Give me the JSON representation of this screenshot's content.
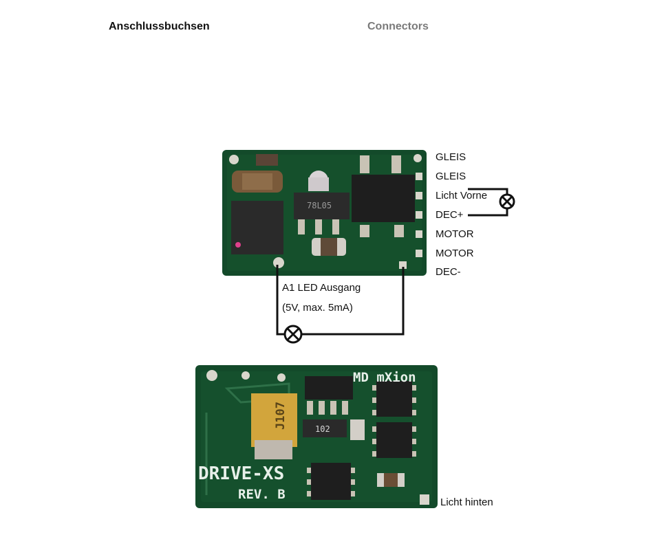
{
  "headers": {
    "german": "Anschlussbuchsen",
    "english": "Connectors"
  },
  "connector_labels": [
    "GLEIS",
    "GLEIS",
    "Licht Vorne",
    "DEC+",
    "MOTOR",
    "MOTOR",
    "DEC-"
  ],
  "a1_output": {
    "line1": "A1 LED Ausgang",
    "line2": "(5V, max. 5mA)"
  },
  "rear_light_label": "Licht hinten",
  "board_top": {
    "regulator_marking": "78L05"
  },
  "board_bottom": {
    "silkscreen_brand": "MD mXion",
    "silkscreen_name": "DRIVE-XS",
    "silkscreen_rev": "REV. B",
    "capacitor_marking": "J107",
    "resistor_marking": "102"
  },
  "colors": {
    "pcb": "#134a2a",
    "pcb_dark": "#0c3a20",
    "pad": "#d9d6cc",
    "wire": "#111111"
  }
}
